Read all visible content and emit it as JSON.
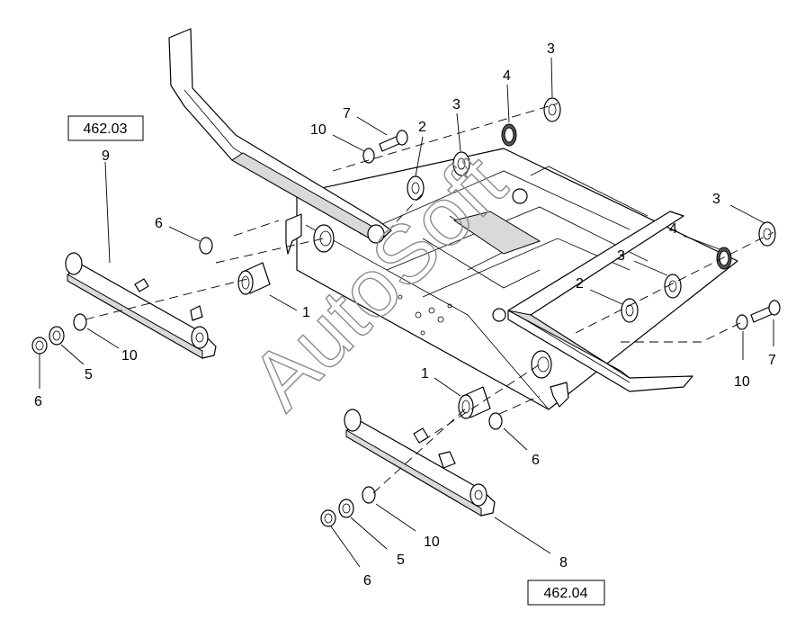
{
  "references": {
    "left": "462.03",
    "bottom": "462.04"
  },
  "watermark": "AutoSoft",
  "callouts": {
    "c1a": "1",
    "c1b": "1",
    "c2a": "2",
    "c2b": "2",
    "c3a": "3",
    "c3b": "3",
    "c3c": "3",
    "c3d": "3",
    "c4a": "4",
    "c4b": "4",
    "c5a": "5",
    "c5b": "5",
    "c6a": "6",
    "c6b": "6",
    "c6c": "6",
    "c6d": "6",
    "c7a": "7",
    "c7b": "7",
    "c8": "8",
    "c9": "9",
    "c10a": "10",
    "c10b": "10",
    "c10c": "10",
    "c10d": "10"
  }
}
